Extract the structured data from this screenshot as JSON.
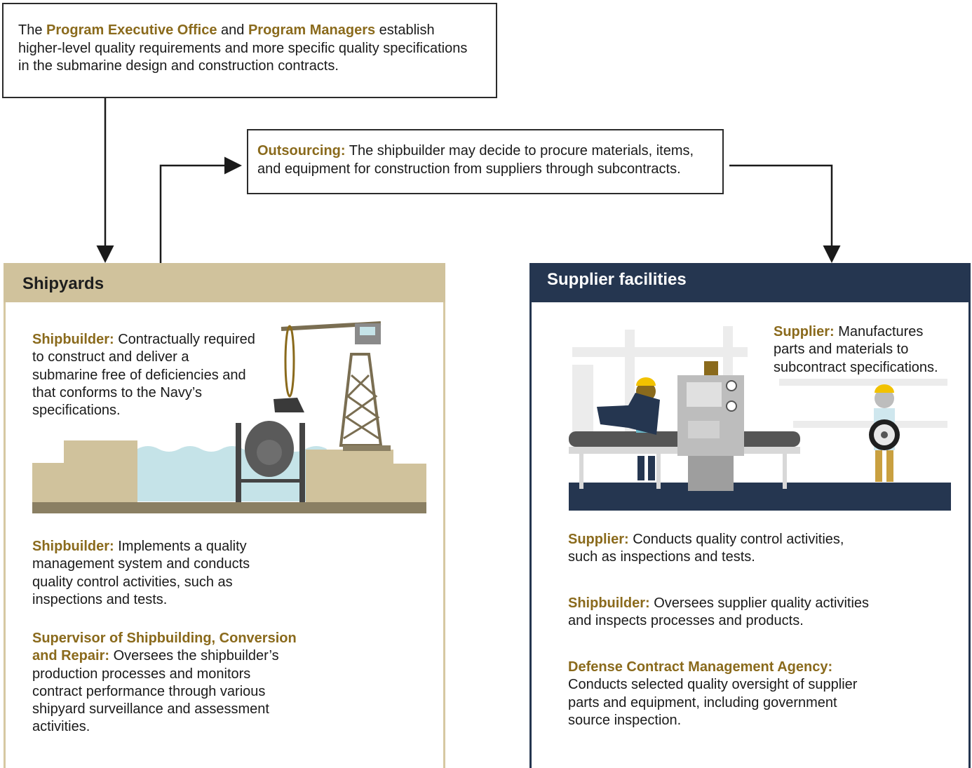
{
  "top_box": {
    "prefix": "The ",
    "kw1": "Program Executive Office",
    "mid": " and ",
    "kw2": "Program Managers",
    "rest": " establish higher-level quality requirements and more specific quality specifications in the submarine design and construction contracts."
  },
  "outsourcing": {
    "kw": "Outsourcing:",
    "text": " The shipbuilder may decide to procure materials, items, and equipment for construction from suppliers through subcontracts."
  },
  "shipyards": {
    "title": "Shipyards",
    "p1_kw": "Shipbuilder:",
    "p1_text": " Contractually required to construct and deliver a submarine free of deficiencies and that conforms to the Navy’s specifications.",
    "p2_kw": "Shipbuilder:",
    "p2_text": " Implements a quality management system and conducts quality control activities, such as inspections and tests.",
    "p3_kw": "Supervisor of Shipbuilding, Conversion and Repair:",
    "p3_text": " Oversees the shipbuilder’s production processes and monitors contract performance through various shipyard surveillance and assessment activities."
  },
  "suppliers": {
    "title": "Supplier facilities",
    "p1_kw": "Supplier:",
    "p1_text": " Manufactures parts and materials to subcontract specifications.",
    "p2_kw": "Supplier:",
    "p2_text": " Conducts quality control activities, such as inspections and tests.",
    "p3_kw": "Shipbuilder:",
    "p3_text": " Oversees supplier quality activities and inspects processes and products.",
    "p4_kw": "Defense Contract Management Agency:",
    "p4_text": " Conducts selected quality oversight of supplier parts and equipment, including government source inspection."
  },
  "colors": {
    "keyword": "#8a6a1c",
    "shipyard_header": "#d0c29c",
    "supplier_header": "#253650",
    "water": "#c5e3e8"
  }
}
